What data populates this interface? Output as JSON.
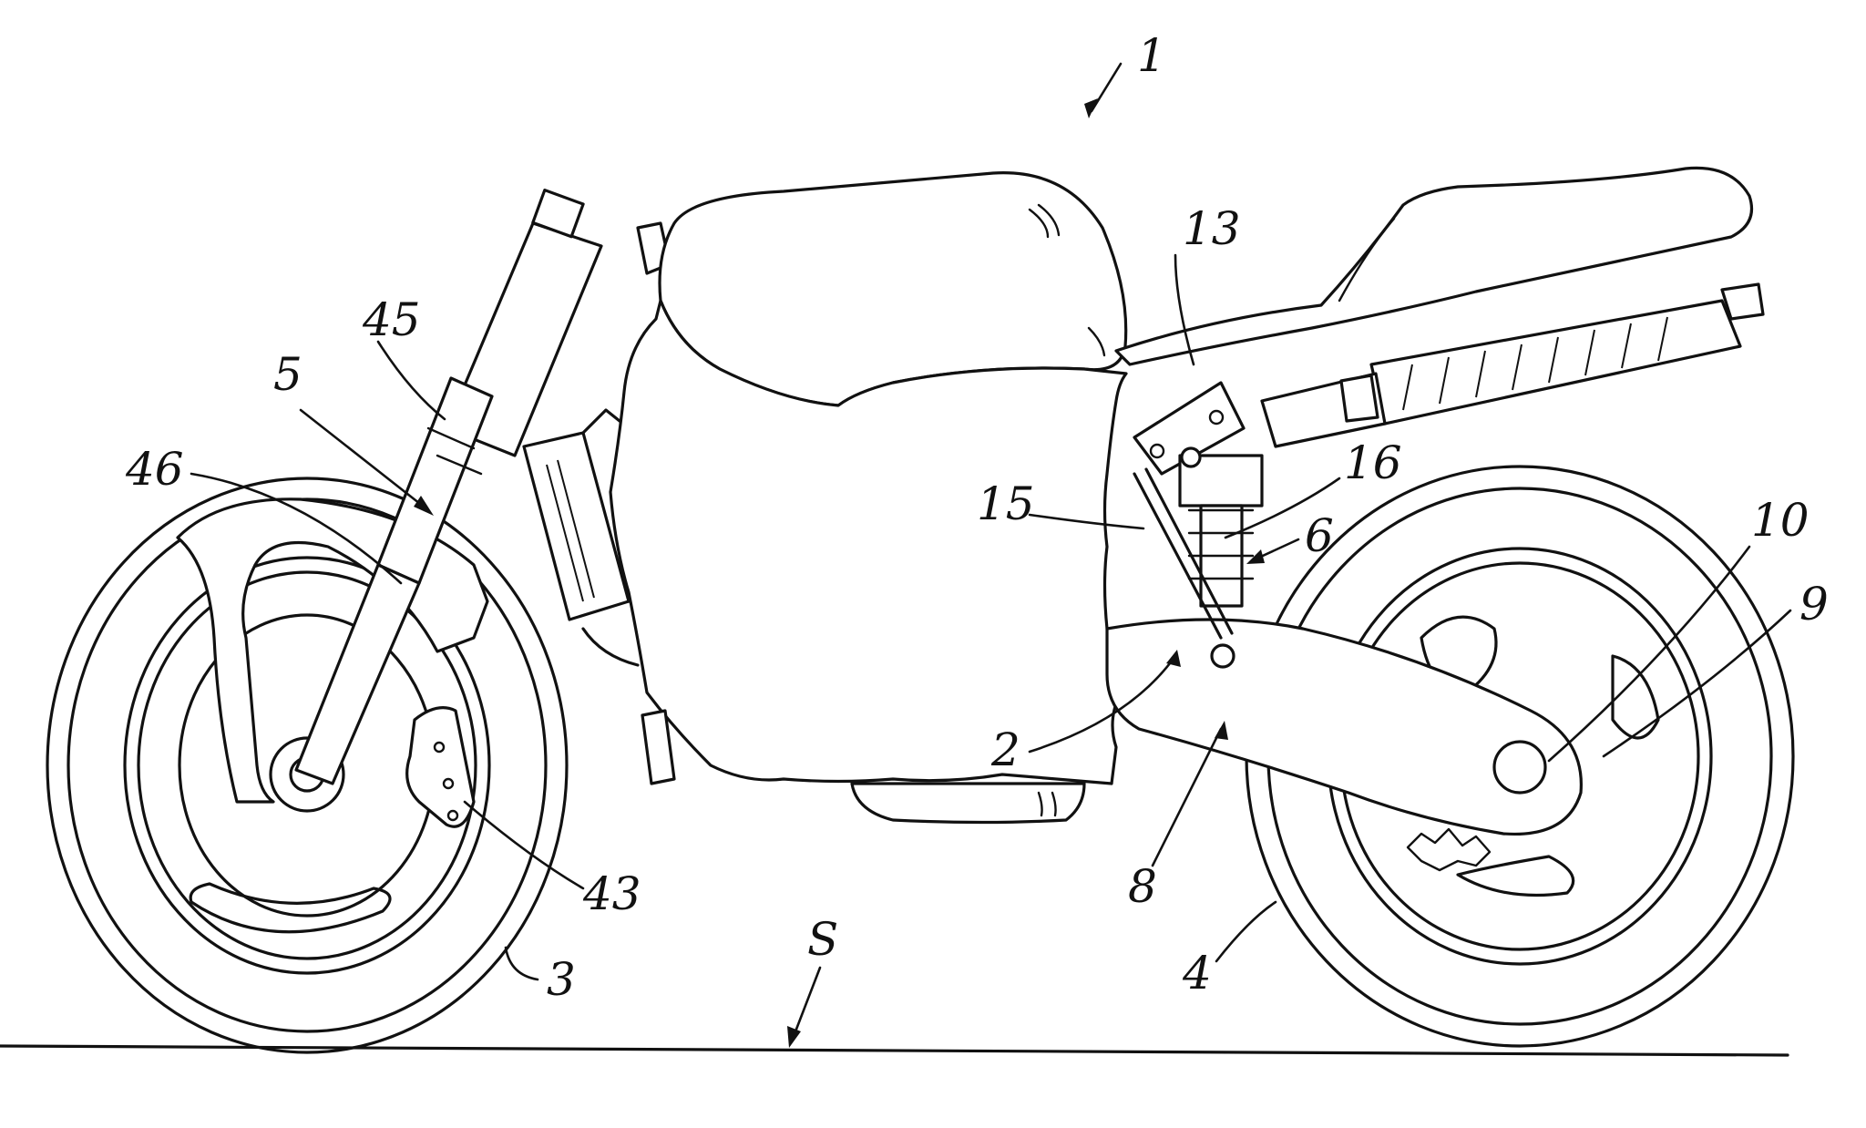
{
  "figure": {
    "labels": {
      "ref_1": "1",
      "ref_2": "2",
      "ref_3": "3",
      "ref_4": "4",
      "ref_5": "5",
      "ref_6": "6",
      "ref_8": "8",
      "ref_9": "9",
      "ref_10": "10",
      "ref_13": "13",
      "ref_15": "15",
      "ref_16": "16",
      "ref_43": "43",
      "ref_45": "45",
      "ref_46": "46",
      "ref_S": "S"
    }
  }
}
